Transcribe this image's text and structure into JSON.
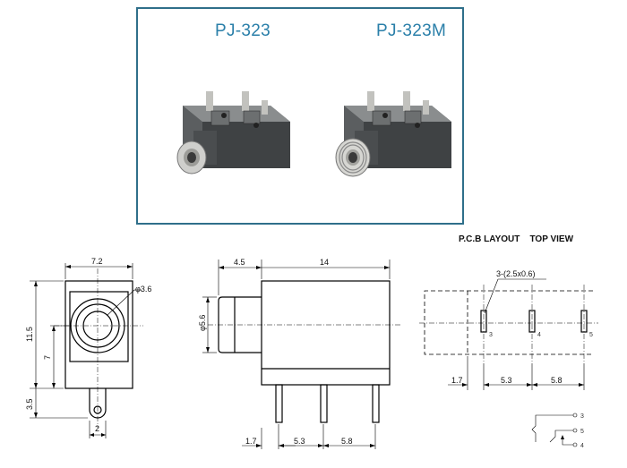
{
  "titles": {
    "left_model": "PJ-323",
    "right_model": "PJ-323M"
  },
  "pcb": {
    "layout_label": "P.C.B LAYOUT",
    "view_label": "TOP VIEW"
  },
  "colors": {
    "title": "#2a7fa9",
    "panel_border": "#2f6f8a",
    "housing": "#4a4d4f",
    "metal": "#b8b8b4"
  },
  "front_view": {
    "width": "7.2",
    "hole_dia": "φ3.6",
    "height": "11.5",
    "center_height": "7",
    "tab_height": "3.5",
    "tab_width": "2"
  },
  "side_view": {
    "sleeve_len": "4.5",
    "body_len": "14",
    "sleeve_dia": "φ5.6",
    "pin_offset": "1.7",
    "pitch_1": "5.3",
    "pitch_2": "5.8"
  },
  "pcb_layout": {
    "slot_spec": "3-(2.5x0.6)",
    "pin_offset": "1.7",
    "pitch_1": "5.3",
    "pitch_2": "5.8",
    "pins": [
      "3",
      "4",
      "5"
    ]
  },
  "schematic": {
    "pins": [
      "3",
      "5",
      "4"
    ]
  }
}
